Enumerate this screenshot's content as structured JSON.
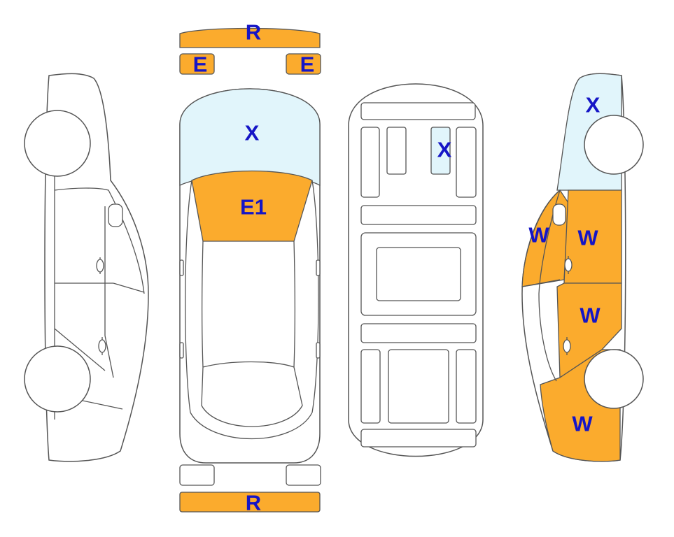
{
  "colors": {
    "damage": "#fbab2d",
    "glass": "#e1f5fb",
    "label": "#1515c6",
    "outline": "#555555"
  },
  "labels": {
    "top_roof_bar": "R",
    "top_left_pad": "E",
    "top_right_pad": "E",
    "windshield": "X",
    "hood": "E1",
    "interior_seat": "X",
    "right_rear_quarter": "W",
    "right_rear_door": "W",
    "right_front_door": "W",
    "right_front_fender": "W",
    "right_rear_window": "X",
    "bottom_bar": "R"
  }
}
